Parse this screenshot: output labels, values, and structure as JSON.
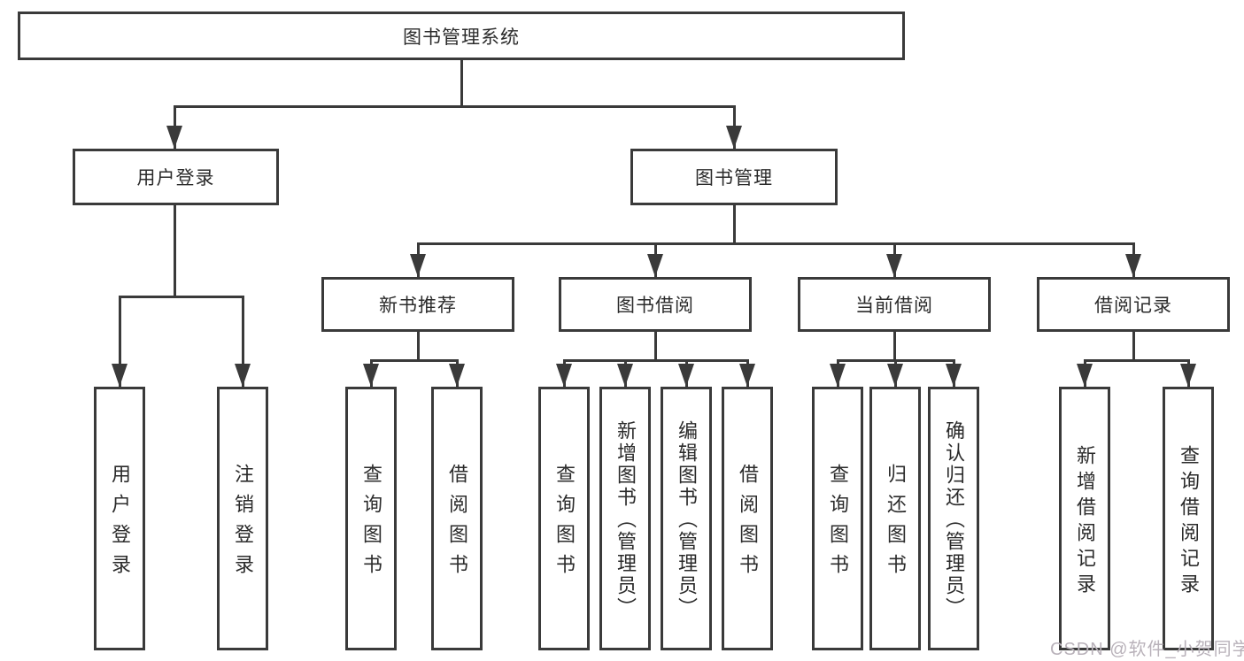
{
  "colors": {
    "line": "#3a3a3a",
    "border": "#3a3a3a",
    "text": "#2b2b2b",
    "watermark": "#b9b2ba",
    "background": "#ffffff"
  },
  "root": {
    "label": "图书管理系统"
  },
  "branches": [
    {
      "label": "用户登录",
      "children": [
        {
          "label": "用户登录"
        },
        {
          "label": "注销登录"
        }
      ]
    },
    {
      "label": "图书管理",
      "subbranches": [
        {
          "label": "新书推荐",
          "children": [
            {
              "label": "查询图书"
            },
            {
              "label": "借阅图书"
            }
          ]
        },
        {
          "label": "图书借阅",
          "children": [
            {
              "label": "查询图书"
            },
            {
              "label": "新增图书（管理员）"
            },
            {
              "label": "编辑图书（管理员）"
            },
            {
              "label": "借阅图书"
            }
          ]
        },
        {
          "label": "当前借阅",
          "children": [
            {
              "label": "查询图书"
            },
            {
              "label": "归还图书"
            },
            {
              "label": "确认归还（管理员）"
            }
          ]
        },
        {
          "label": "借阅记录",
          "children": [
            {
              "label": "新增借阅记录"
            },
            {
              "label": "查询借阅记录"
            }
          ]
        }
      ]
    }
  ],
  "watermark": "CSDN @软件_小贺同学"
}
